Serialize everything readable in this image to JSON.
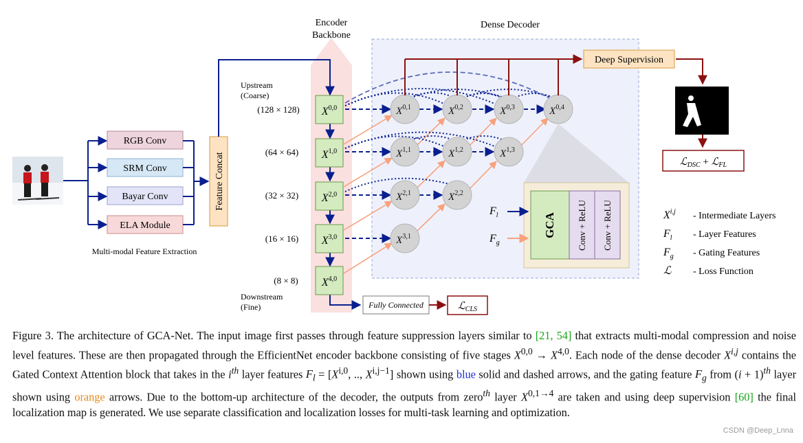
{
  "labels": {
    "encoder": [
      "Encoder",
      "Backbone"
    ],
    "decoder": "Dense Decoder",
    "deep_supervision": "Deep Supervision",
    "feature_concat": "Feature Concat",
    "mm_title": "Multi-modal Feature Extraction",
    "upstream": [
      "Upstream",
      "(Coarse)"
    ],
    "downstream": [
      "Downstream",
      "(Fine)"
    ],
    "fully_connected": "Fully Connected",
    "gca": "GCA",
    "conv_relu": "Conv + ReLU"
  },
  "modules": [
    "RGB Conv",
    "SRM Conv",
    "Bayar Conv",
    "ELA Module"
  ],
  "scales": [
    "(128 × 128)",
    "(64 × 64)",
    "(32 × 32)",
    "(16 × 16)",
    "(8 × 8)"
  ],
  "legend": [
    {
      "symbol": "Xi,j",
      "text": "- Intermediate Layers"
    },
    {
      "symbol": "Fl",
      "text": "- Layer Features"
    },
    {
      "symbol": "Fg",
      "text": "- Gating Features"
    },
    {
      "symbol": "L",
      "text": "- Loss Function"
    }
  ],
  "caption": {
    "p1": "Figure 3. The architecture of GCA-Net. The input image first passes through feature suppression layers similar to ",
    "c1": "[21, 54]",
    "p2": " that extracts multi-modal compression and noise level features. These are then propagated through the EfficientNet encoder backbone consisting of five stages ",
    "p3": ". Each node of the dense decoder ",
    "p4": " contains the Gated Context Attention block that takes in the ",
    "p5": " layer features ",
    "p6": " shown using ",
    "blue": "blue",
    "p7": " solid and dashed arrows, and the gating feature ",
    "p8": " from ",
    "p9": " layer shown using ",
    "orange": "orange",
    "p10": " arrows. Due to the bottom-up architecture of the decoder, the outputs from zero",
    "p11": " layer ",
    "p12": " are taken and using deep supervision ",
    "c2": "[60]",
    "p13": " the final localization map is generated. We use separate classification and localization losses for multi-task learning and optimization."
  },
  "watermark": "CSDN @Deep_Lnna"
}
